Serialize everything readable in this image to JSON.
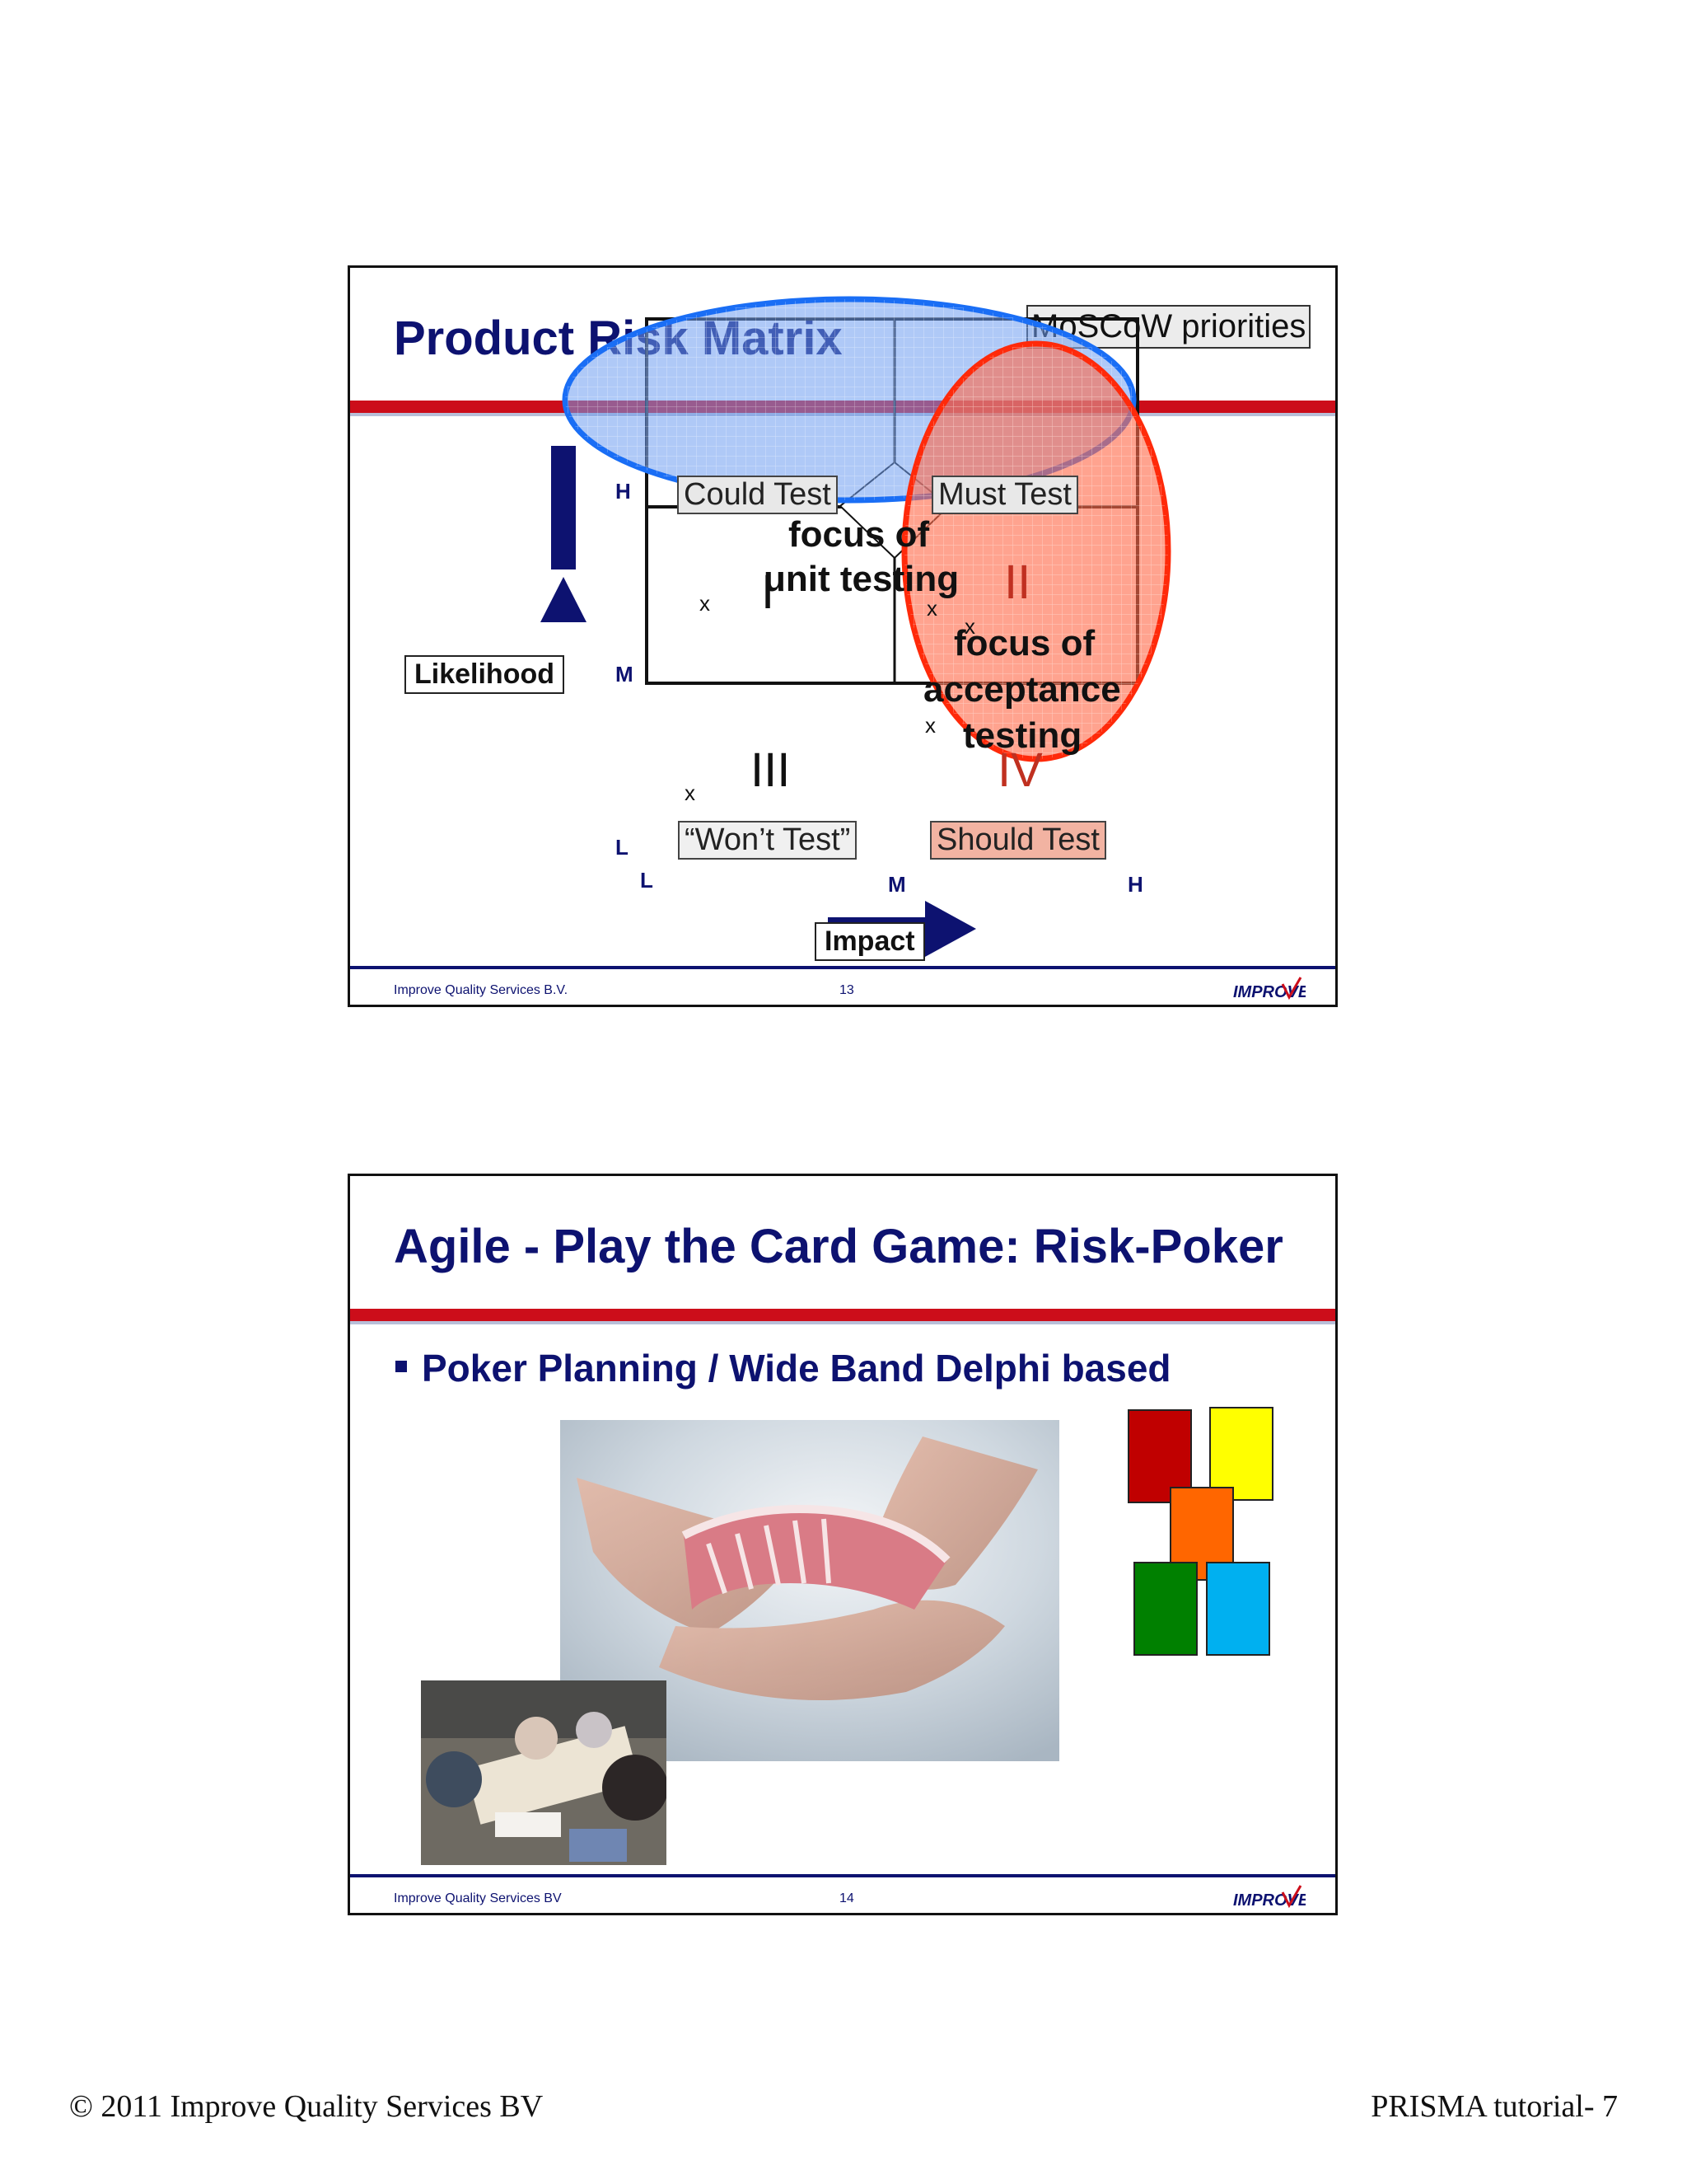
{
  "slide13": {
    "title": "Product Risk Matrix",
    "badge": "MoSCoW priorities",
    "quadrants": {
      "could": "Could Test",
      "must": "Must Test",
      "wont": "“Won’t Test”",
      "should": "Should Test",
      "q1": "I",
      "q2": "II",
      "q3": "III",
      "q4": "IV"
    },
    "axis": {
      "likelihood": "Likelihood",
      "impact": "Impact",
      "y_h": "H",
      "y_m": "M",
      "y_l": "L",
      "x_l": "L",
      "x_m": "M",
      "x_h": "H"
    },
    "marker": "x",
    "focus_unit_1": "focus of",
    "focus_unit_2": "unit testing",
    "focus_acc_1": "focus of",
    "focus_acc_2": "acceptance",
    "focus_acc_3": "testing",
    "footer_company": "Improve Quality Services B.V.",
    "page_number": "13",
    "colors": {
      "blue_ellipse": "#1a6ef5",
      "red_ellipse": "#ff3b1a",
      "navy": "#0d1270"
    }
  },
  "slide14": {
    "title": "Agile - Play the Card Game: Risk-Poker",
    "bullet": "Poker Planning / Wide Band Delphi based",
    "footer_company": "Improve Quality Services BV",
    "page_number": "14",
    "card_colors": [
      "#c00000",
      "#ffff00",
      "#ff6600",
      "#008000",
      "#00b0f0"
    ]
  },
  "logo_text": "IMPROVE",
  "page_footer": {
    "left": "© 2011 Improve Quality Services BV",
    "right": "PRISMA tutorial- 7"
  }
}
